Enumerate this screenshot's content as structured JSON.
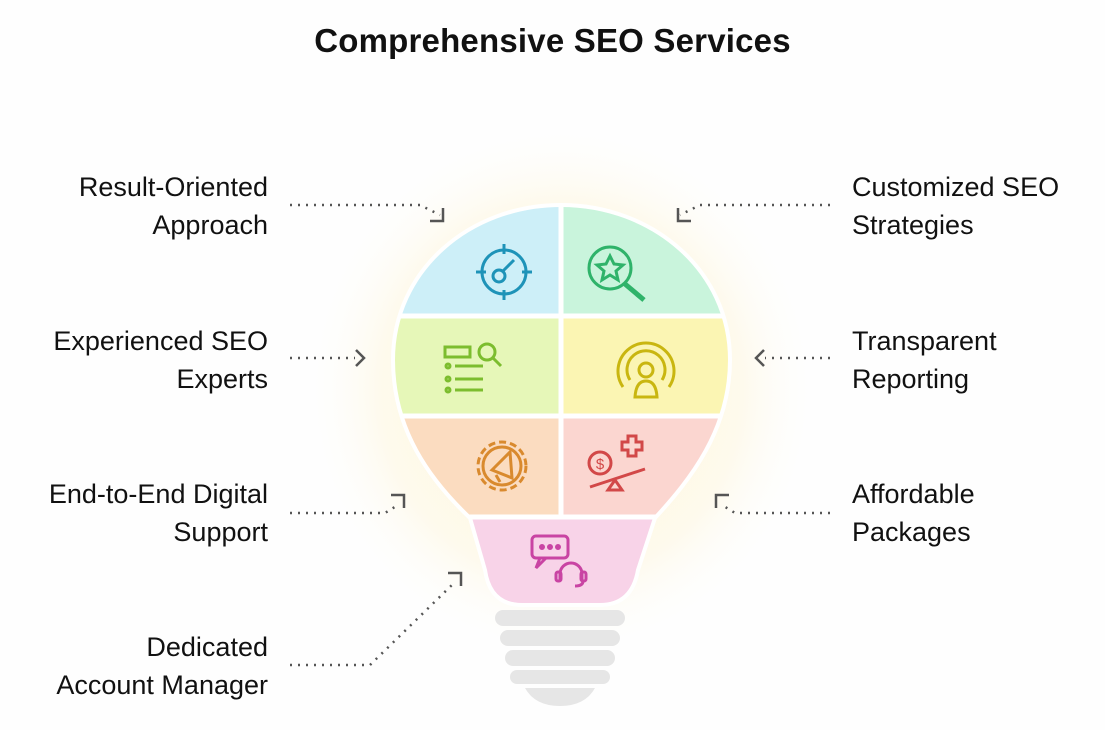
{
  "title": "Comprehensive SEO Services",
  "items": [
    {
      "line1": "Result-Oriented",
      "line2": "Approach",
      "icon": "target-key-icon",
      "color": "#cdeff8"
    },
    {
      "line1": "Customized SEO",
      "line2": "Strategies",
      "icon": "star-search-icon",
      "color": "#c9f4dc"
    },
    {
      "line1": "Experienced SEO",
      "line2": "Experts",
      "icon": "list-search-icon",
      "color": "#e6f7b8"
    },
    {
      "line1": "Transparent",
      "line2": "Reporting",
      "icon": "broadcast-person-icon",
      "color": "#fbf5b3"
    },
    {
      "line1": "End-to-End Digital",
      "line2": "Support",
      "icon": "gear-megaphone-icon",
      "color": "#fbdcc0"
    },
    {
      "line1": "Affordable",
      "line2": "Packages",
      "icon": "dollar-balance-icon",
      "color": "#fbd6d0"
    },
    {
      "line1": "Dedicated",
      "line2": "Account Manager",
      "icon": "chat-headset-icon",
      "color": "#f8d3e8"
    }
  ]
}
